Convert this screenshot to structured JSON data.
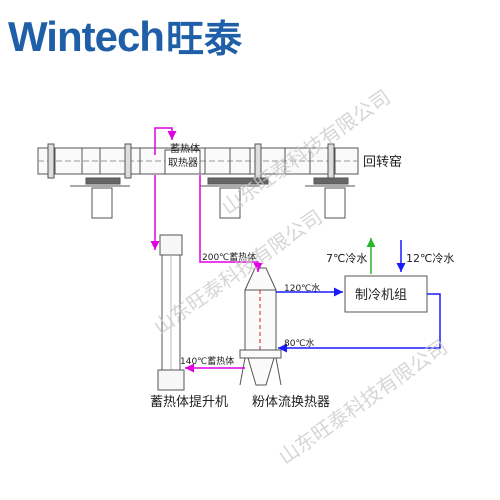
{
  "logo": {
    "latin": "Wintech",
    "chinese": "旺泰",
    "latin_color": "#1f5fa8",
    "chinese_color": "#1f5fa8",
    "accent_color": "#2aa63a"
  },
  "labels": {
    "kiln": "回转窑",
    "extractor_line1": "蓄热体",
    "extractor_line2": "取热器",
    "temp_200_heat": "200℃蓄热体",
    "temp_120_water": "120℃水",
    "temp_80_water": "80℃水",
    "temp_140_heat": "140℃蓄热体",
    "temp_7_water": "7℃冷水",
    "temp_12_water": "12℃冷水",
    "chiller": "制冷机组",
    "elevator": "蓄热体提升机",
    "exchanger": "粉体流换热器"
  },
  "watermark": [
    "山东旺泰科技有限公司",
    "山东旺泰科技有限公司",
    "山东旺泰科技有限公司"
  ],
  "colors": {
    "heat_carrier": "#e000e0",
    "hot_water": "#1a1aff",
    "cold_water_in": "#2bb52b",
    "line": "#555555"
  }
}
